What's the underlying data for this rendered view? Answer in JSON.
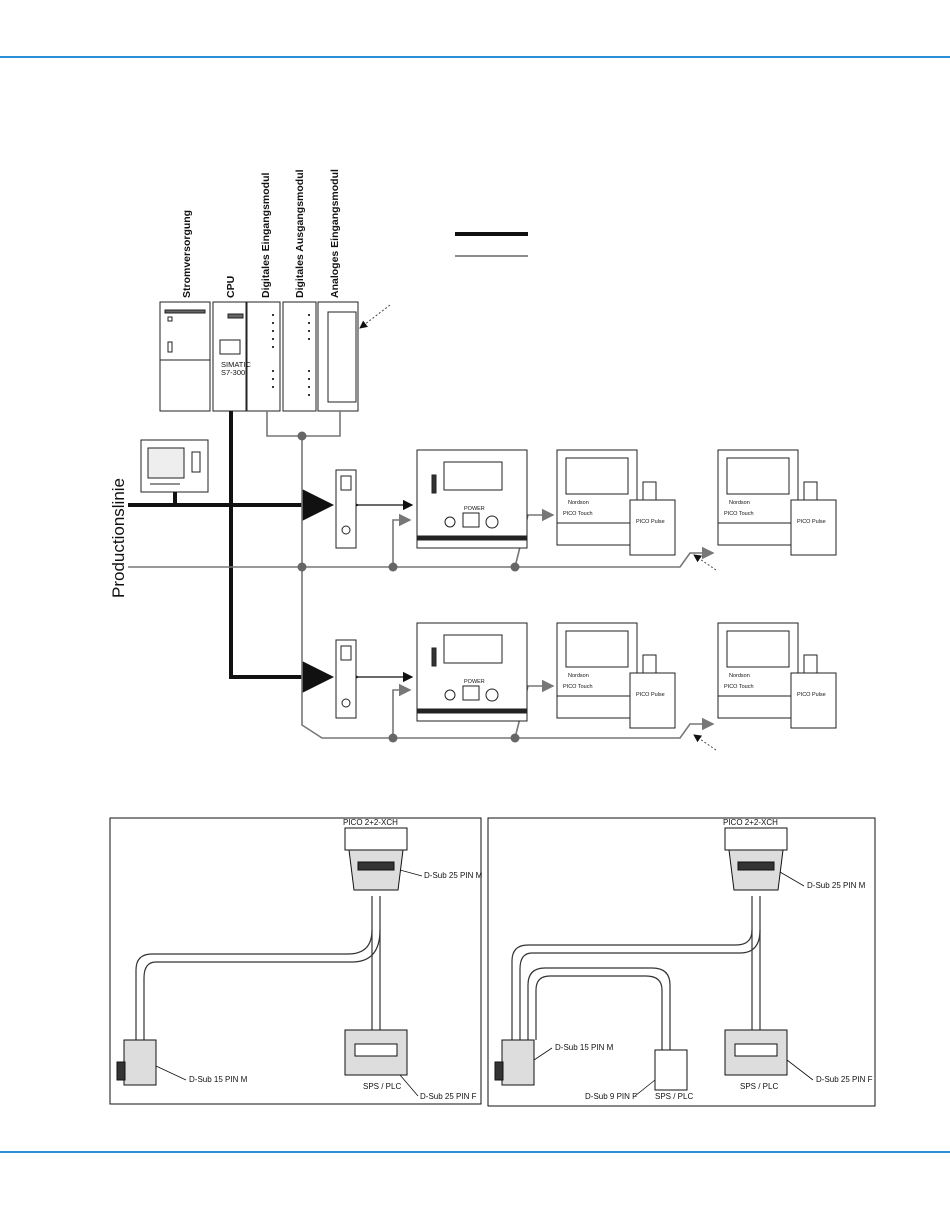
{
  "header_rule_color": "#2a8fd4",
  "plc_modules": {
    "power": "Stromversorgung",
    "cpu": "CPU",
    "din": "Digitales Eingangsmodul",
    "dout": "Digitales Ausgangsmodul",
    "ain": "Analoges Eingangsmodul"
  },
  "plc_face": {
    "brand": "SIMATIC",
    "model": "S7-300"
  },
  "production_line": "Productionslinie",
  "controller": {
    "power": "POWER"
  },
  "touch_unit": {
    "brand": "Nordson",
    "model": "PICO Touch",
    "pulse": "PICO Pulse"
  },
  "cables": {
    "left": {
      "top_label": "PICO 2+2-XCH",
      "top_connector": "D-Sub 25 PIN M",
      "left_connector": "D-Sub 15 PIN M",
      "right_connector": "D-Sub 25 PIN F",
      "right_name": "SPS / PLC"
    },
    "right": {
      "top_label": "PICO 2+2-XCH",
      "top_connector": "D-Sub 25 PIN M",
      "left_connector": "D-Sub 15 PIN M",
      "mid_connector": "D-Sub 9 PIN F",
      "mid_name": "SPS / PLC",
      "right_connector": "D-Sub 25 PIN F",
      "right_name": "SPS / PLC"
    }
  }
}
